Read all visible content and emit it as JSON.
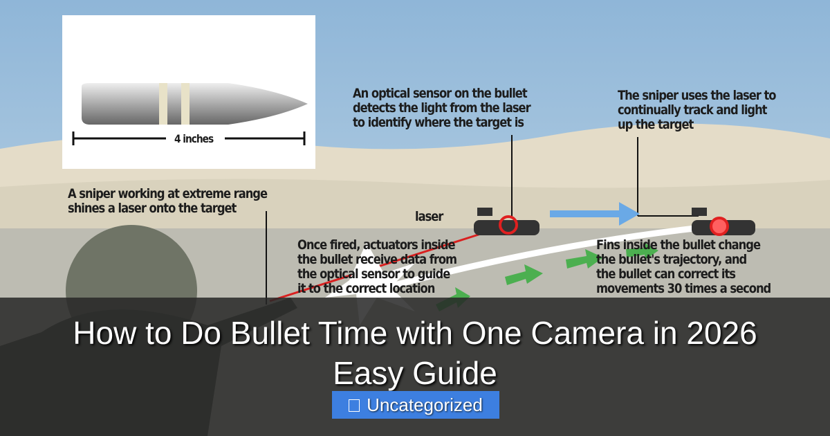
{
  "infographic": {
    "bullet_size_label": "4 inches",
    "callout_sniper": "A sniper working at extreme range\nshines a laser onto the target",
    "callout_sensor": "An optical sensor on the bullet\ndetects the light from the laser\nto identify where the target is",
    "callout_track": "The sniper uses the laser to\ncontinually track and light\nup the target",
    "laser_label": "laser",
    "callout_fins": "Fins inside the bullet change\nthe bullet's trajectory, and\nthe bullet can correct its\nmovements 30 times a second",
    "callout_actuators": "Once fired, actuators inside\nthe bullet receive data from\nthe optical sensor to guide\nit to the correct location"
  },
  "post": {
    "title": "How to Do Bullet Time with One Camera in 2026 Easy Guide",
    "category": "Uncategorized",
    "category_icon": "folder-icon"
  },
  "colors": {
    "badge": "#3d7fe0",
    "overlay": "#282828",
    "laser": "#d92020",
    "arrows": "#4caf50"
  }
}
